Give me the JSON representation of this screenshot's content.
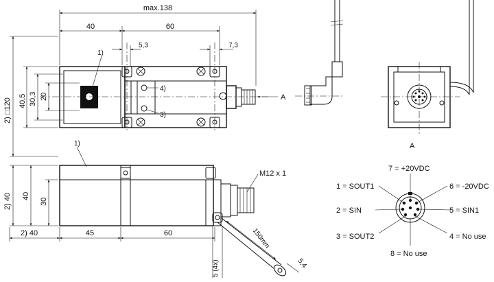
{
  "dimensions": {
    "overall_length": "max.138",
    "d_40_top": "40",
    "d_60_top": "60",
    "d_5_3": "5,3",
    "d_7_3": "7,3",
    "d_120": "2) □120",
    "d_40_5": "40,5",
    "d_30_3": "30,3",
    "d_20": "20",
    "d_40_side_left": "2) 40",
    "d_40_side": "40",
    "d_30_side": "30",
    "d_40_bottom_left": "2) 40",
    "d_45_bottom": "45",
    "d_60_bottom": "60",
    "d_5_4x": "5 (4x)",
    "d_150mm": "150mm",
    "d_5_4": "5,4",
    "view_arrow_label": "A",
    "view_label": "A",
    "thread": "M12 x 1"
  },
  "callouts": {
    "c1_top": "1)",
    "c1_side": "1)",
    "c4": "4)",
    "c3": "3)"
  },
  "pinout": {
    "pin7": "7 = +20VDC",
    "pin1": "1 = SOUT1",
    "pin6": "6 = -20VDC",
    "pin2": "2 = SIN",
    "pin5": "5 = SIN1",
    "pin3": "3 = SOUT2",
    "pin4": "4 = No use",
    "pin8": "8 = No use"
  }
}
